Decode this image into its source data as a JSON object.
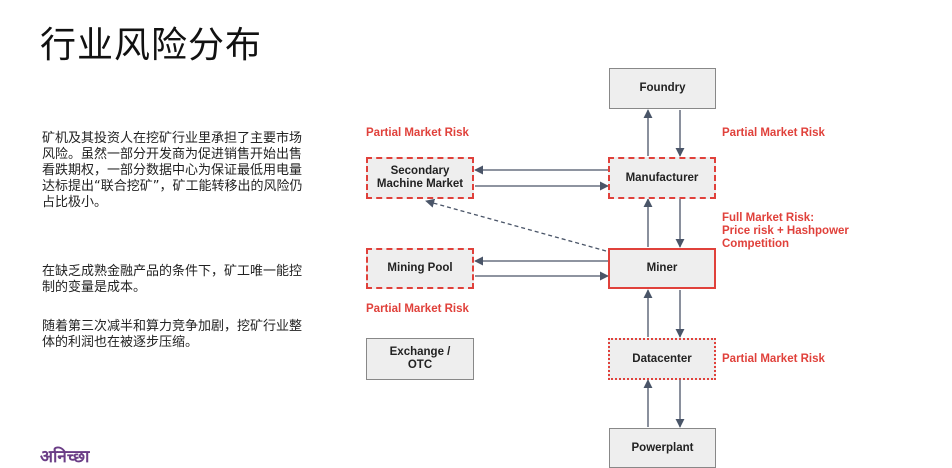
{
  "slide": {
    "title": "行业风险分布",
    "paragraphs": [
      "矿机及其投资人在挖矿行业里承担了主要市场风险。虽然一部分开发商为促进销售开始出售看跌期权，一部分数据中心为保证最低用电量达标提出“联合挖矿”，矿工能转移出的风险仍占比极小。",
      "在缺乏成熟金融产品的条件下，矿工唯一能控制的变量是成本。",
      "随着第三次减半和算力竞争加剧，挖矿行业整体的利润也在被逐步压缩。"
    ],
    "logo_text": "अनिच्छा"
  },
  "diagram": {
    "nodes": {
      "foundry": "Foundry",
      "secondary": "Secondary\nMachine Market",
      "manufacturer": "Manufacturer",
      "mining_pool": "Mining Pool",
      "miner": "Miner",
      "exchange": "Exchange /\nOTC",
      "datacenter": "Datacenter",
      "powerplant": "Powerplant"
    },
    "risk_labels": {
      "secondary_market": "Partial Market Risk",
      "manufacturer": "Partial Market Risk",
      "miner": "Full Market Risk:\nPrice risk + Hashpower\nCompetition",
      "mining_pool": "Partial Market Risk",
      "datacenter": "Partial Market Risk"
    },
    "colors": {
      "risk_red": "#e0413b",
      "arrow": "#4a5568",
      "box_fill": "#eeeeee"
    }
  }
}
